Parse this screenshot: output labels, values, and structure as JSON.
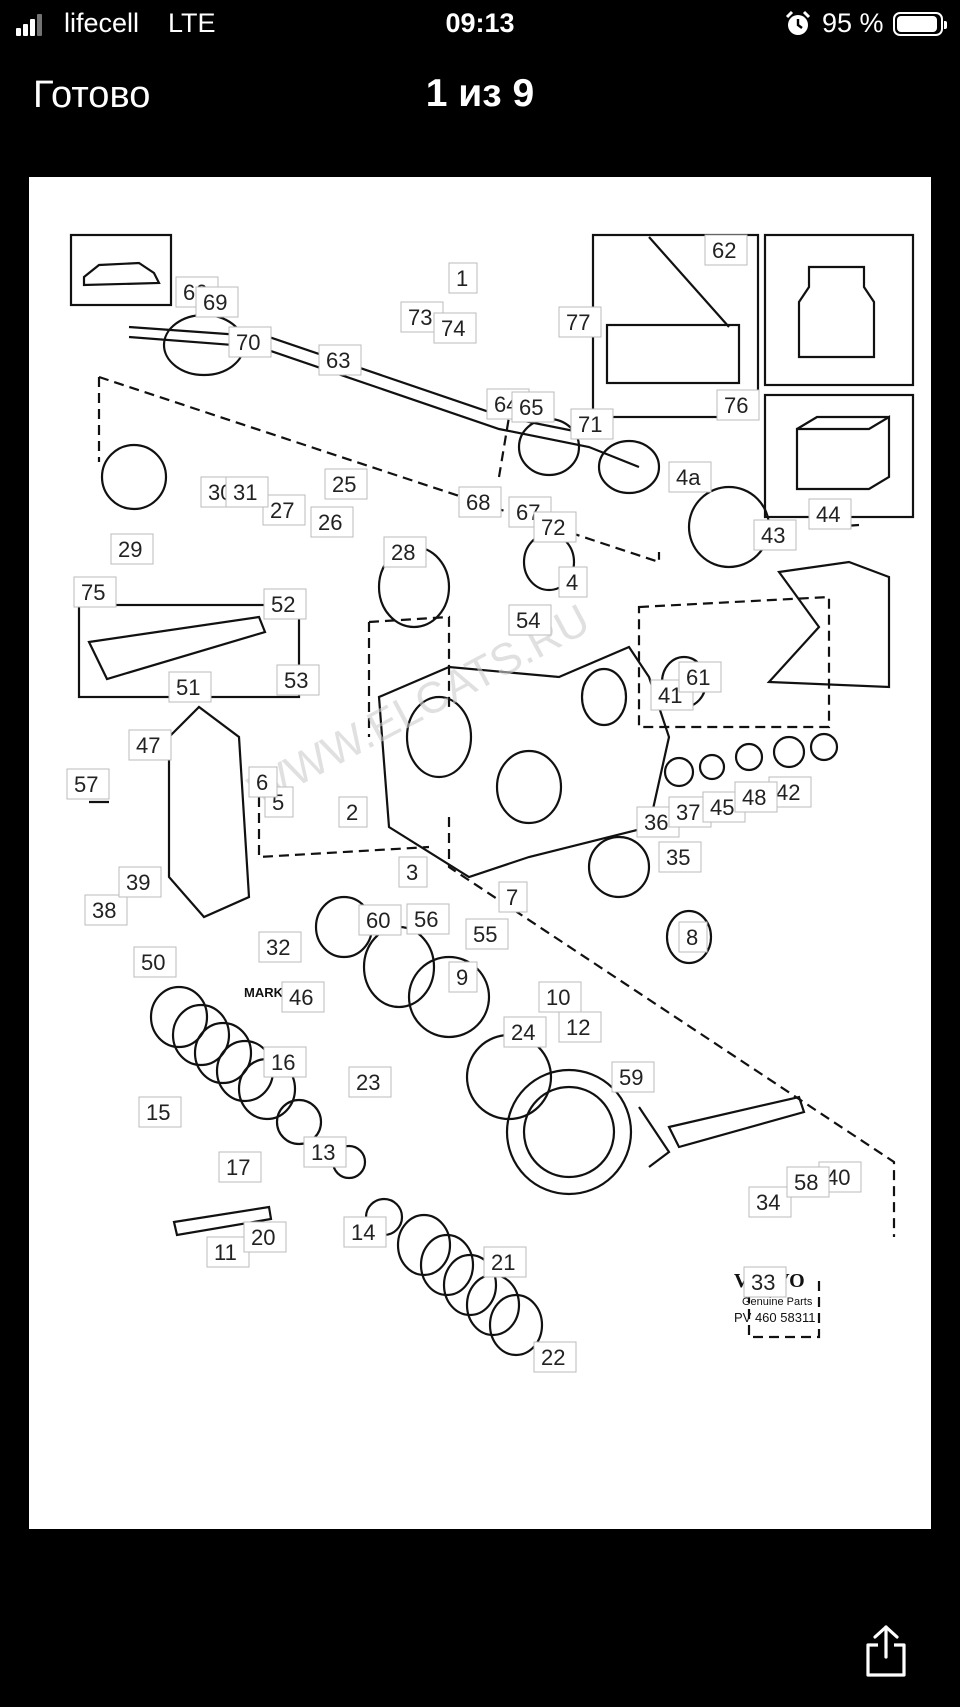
{
  "status_bar": {
    "carrier": "lifecell",
    "network": "LTE",
    "time": "09:13",
    "battery_percent": "95 %",
    "battery_level": 0.95
  },
  "nav": {
    "done_label": "Готово",
    "title": "1 из 9"
  },
  "diagram": {
    "callouts": [
      "1",
      "2",
      "3",
      "4",
      "4a",
      "5",
      "6",
      "7",
      "8",
      "9",
      "10",
      "11",
      "12",
      "13",
      "14",
      "15",
      "16",
      "17",
      "20",
      "21",
      "22",
      "23",
      "24",
      "25",
      "26",
      "27",
      "28",
      "29",
      "30",
      "31",
      "32",
      "33",
      "34",
      "35",
      "36",
      "37",
      "38",
      "39",
      "40",
      "41",
      "42",
      "43",
      "44",
      "45",
      "46",
      "47",
      "48",
      "50",
      "51",
      "52",
      "53",
      "54",
      "55",
      "56",
      "57",
      "58",
      "59",
      "60",
      "61",
      "62",
      "63",
      "64",
      "65",
      "66",
      "67",
      "68",
      "69",
      "70",
      "71",
      "72",
      "73",
      "74",
      "75",
      "76",
      "77"
    ],
    "marked_text": "MARKED",
    "brand": "VOLVO",
    "brand_sub": "Genuine Parts",
    "part_number": "PV 460  58311"
  },
  "icons": {
    "alarm": "alarm-clock-icon",
    "share": "share-icon"
  }
}
